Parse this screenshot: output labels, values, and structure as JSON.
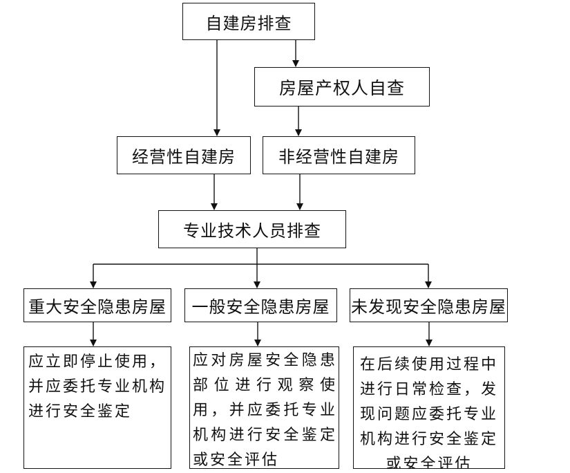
{
  "nodes": {
    "root": "自建房排查",
    "owner_check": "房屋产权人自查",
    "commercial": "经营性自建房",
    "non_commercial": "非经营性自建房",
    "expert_check": "专业技术人员排查",
    "major_hazard": "重大安全隐患房屋",
    "general_hazard": "一般安全隐患房屋",
    "no_hazard": "未发现安全隐患房屋"
  },
  "actions": {
    "major": "应立即停止使用，并应委托专业机构进行安全鉴定",
    "general": "应对房屋安全隐患部位进行观察使用，并应委托专业机构进行安全鉴定或安全评估",
    "none": "在后续使用过程中进行日常检查，发现问题应委托专业机构进行安全鉴定或安全评估"
  }
}
